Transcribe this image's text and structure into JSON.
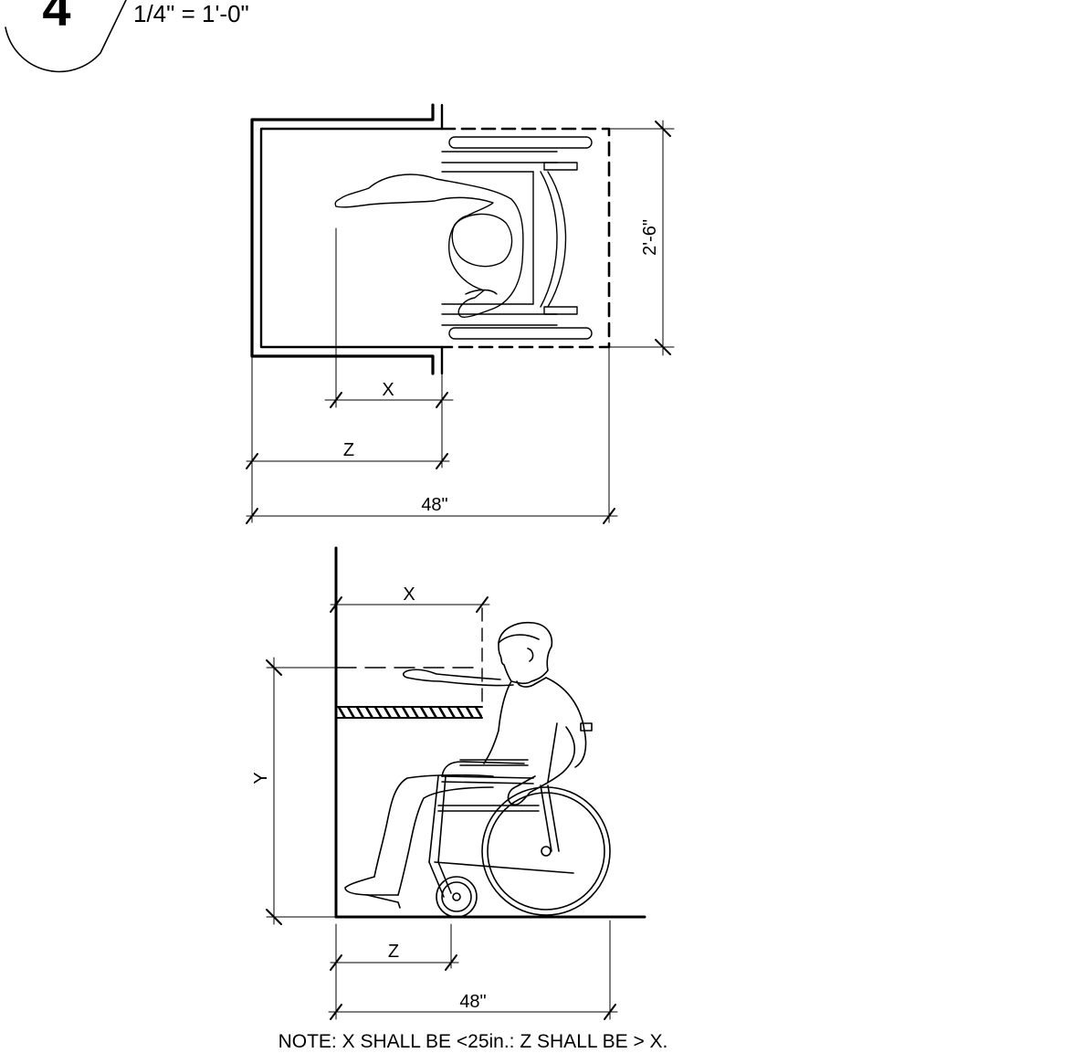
{
  "title_block": {
    "number": "4",
    "scale": "1/4\" = 1'-0\""
  },
  "plan_view": {
    "dim_depth": "2'-6\"",
    "dim_x": "X",
    "dim_z": "Z",
    "dim_width": "48\""
  },
  "elevation_view": {
    "dim_x": "X",
    "dim_y": "Y",
    "dim_z": "Z",
    "dim_width": "48\""
  },
  "note": "NOTE: X SHALL BE <25in.: Z SHALL BE > X."
}
